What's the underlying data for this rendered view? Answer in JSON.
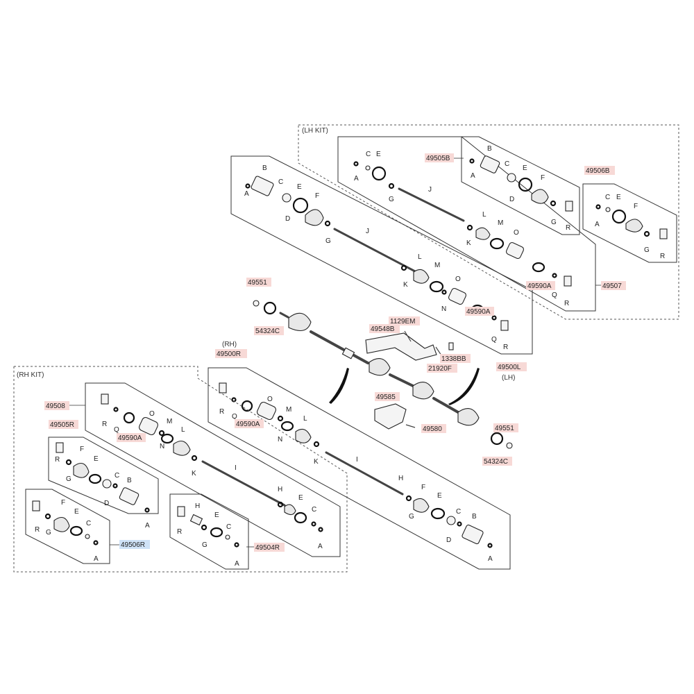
{
  "kits": {
    "lh": "(LH KIT)",
    "rh": "(RH KIT)"
  },
  "side": {
    "rh": "(RH)",
    "lh": "(LH)"
  },
  "codes": {
    "c49505B": "49505B",
    "c49506B": "49506B",
    "c49507": "49507",
    "c49590A_top": "49590A",
    "c49590A_mid": "49590A",
    "c49590A_rhkit": "49590A",
    "c49590A_rh": "49590A",
    "c49551_top": "49551",
    "c49551_bot": "49551",
    "c54324C_top": "54324C",
    "c54324C_bot": "54324C",
    "c49548B": "49548B",
    "c1129EM": "1129EM",
    "c1338BB": "1338BB",
    "c21920F": "21920F",
    "c49500L": "49500L",
    "c49500R": "49500R",
    "c49585": "49585",
    "c49580": "49580",
    "c49508": "49508",
    "c49505R": "49505R",
    "c49506R": "49506R",
    "c49504R": "49504R"
  },
  "letters": {
    "A": "A",
    "B": "B",
    "C": "C",
    "D": "D",
    "E": "E",
    "F": "F",
    "G": "G",
    "H": "H",
    "I": "I",
    "J": "J",
    "K": "K",
    "L": "L",
    "M": "M",
    "N": "N",
    "O": "O",
    "Q": "Q",
    "R": "R"
  },
  "colors": {
    "code_highlight": "#f7d9d6",
    "selected_highlight": "#cfe2f7"
  }
}
